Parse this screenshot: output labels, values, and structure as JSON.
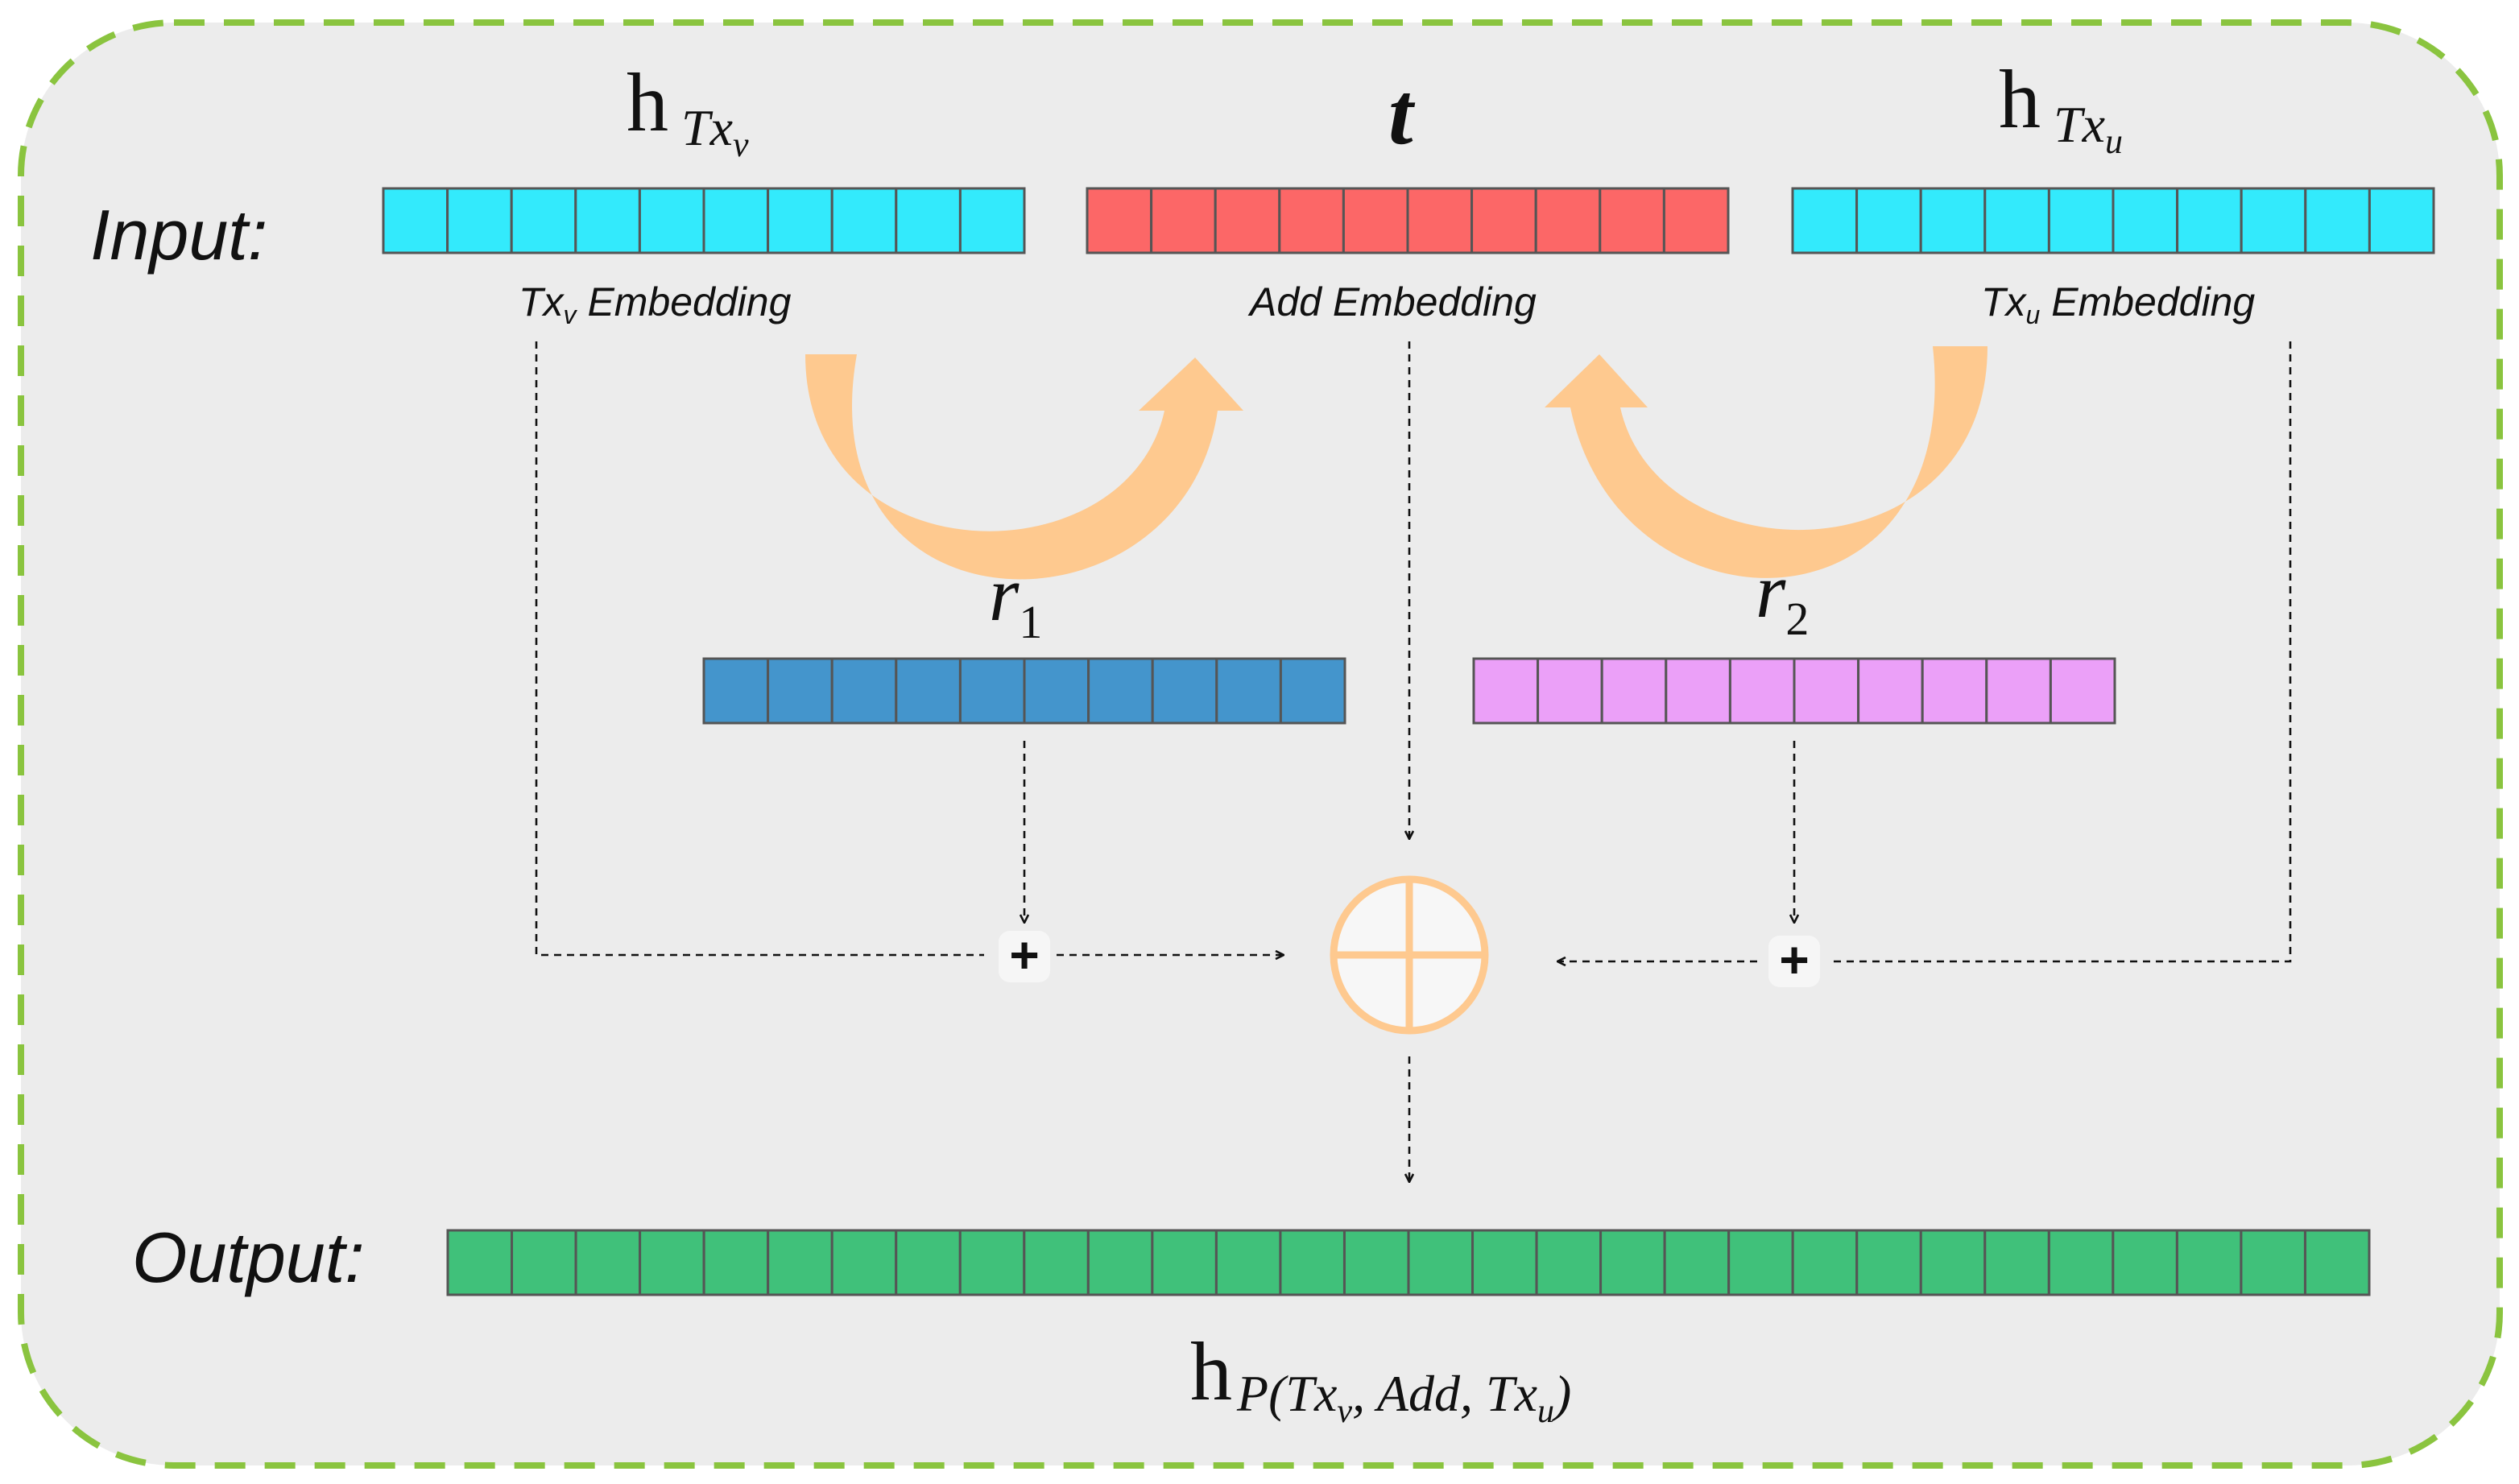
{
  "labels": {
    "input": "Input:",
    "output": "Output:",
    "h": "h",
    "txv_sub": "Tx",
    "txv_subsub": "v",
    "txu_sub": "Tx",
    "txu_subsub": "u",
    "t": "t",
    "r1_main": "r",
    "r1_sub": "1",
    "r2_main": "r",
    "r2_sub": "2",
    "txv_emb_tx": "Tx",
    "txv_emb_v": "v",
    "txv_emb_word": " Embedding",
    "add_emb": "Add Embedding",
    "txu_emb_tx": "Tx",
    "txu_emb_u": "u",
    "txu_emb_word": " Embedding",
    "out_h": "h",
    "out_p": "P(Tx",
    "out_v": "v",
    "out_mid": ", Add, Tx",
    "out_u": "u",
    "out_close": ")",
    "plus": "+"
  },
  "vectors": {
    "txv": {
      "cells": 10,
      "color": "#33eafc"
    },
    "t": {
      "cells": 10,
      "color": "#fc6767"
    },
    "txu": {
      "cells": 10,
      "color": "#33eafc"
    },
    "r1": {
      "cells": 10,
      "color": "#4495cc"
    },
    "r2": {
      "cells": 10,
      "color": "#eba0f8"
    },
    "output": {
      "cells": 30,
      "color": "#40c17a"
    }
  },
  "colors": {
    "panel": "#ececec",
    "border": "#8ac43f",
    "arrow_orange": "#fec98f",
    "cell_stroke": "#555555"
  }
}
